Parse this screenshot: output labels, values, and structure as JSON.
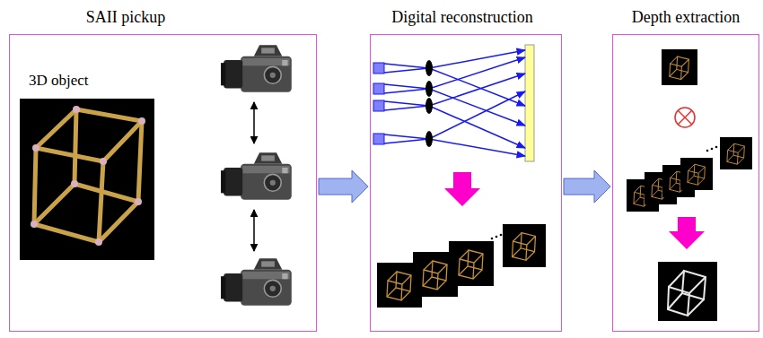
{
  "diagram": {
    "nodes": [
      {
        "text": [
          "SAII pickup"
        ]
      },
      {
        "text": [
          "Digital reconstruction"
        ]
      },
      {
        "text": [
          "Depth extraction"
        ]
      }
    ],
    "edges": [
      {
        "from": 0,
        "to": 1,
        "arrow": "to"
      },
      {
        "from": 1,
        "to": 2,
        "arrow": "to"
      }
    ],
    "labels": [
      "3D object"
    ]
  }
}
